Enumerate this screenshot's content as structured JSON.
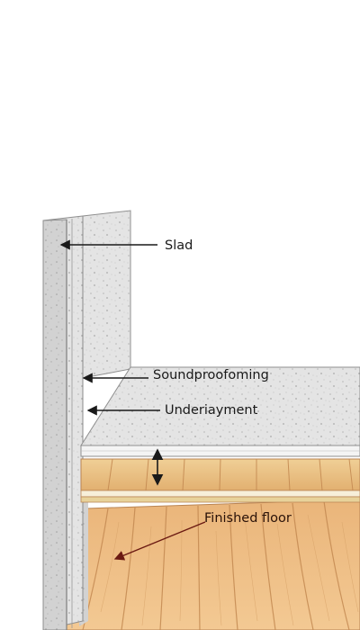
{
  "labels": {
    "slab": "Slad",
    "soundproofing": "Soundproofoming",
    "underlayment": "Underiayment",
    "finished_floor": "Finished floor"
  },
  "colors": {
    "concrete_light": "#e6e6e6",
    "concrete_mid": "#cfcfcf",
    "concrete_dark": "#a9a9a9",
    "wood_light": "#f2d6a2",
    "wood_mid": "#e6b97a",
    "wood_dark": "#c98c4e",
    "arrow": "#1a1a1a",
    "arrow_red": "#8a1a12"
  }
}
